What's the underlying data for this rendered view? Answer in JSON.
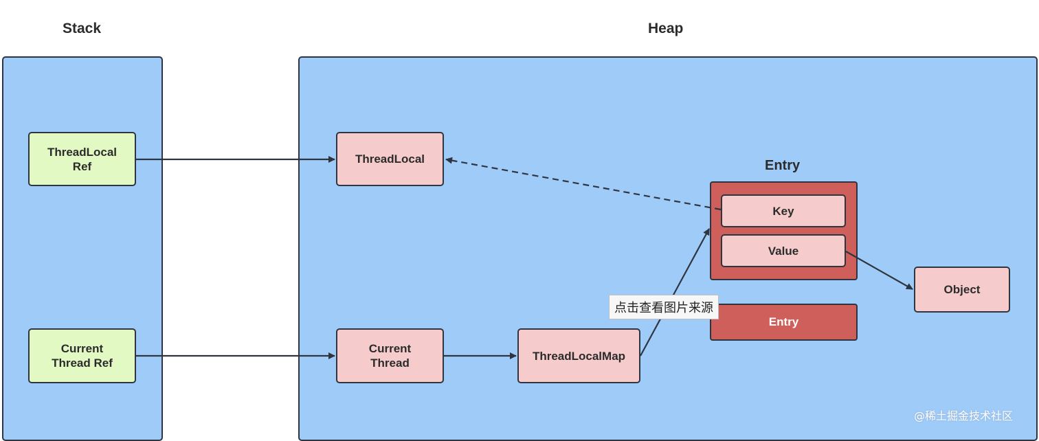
{
  "regions": {
    "stack": {
      "title": "Stack"
    },
    "heap": {
      "title": "Heap"
    }
  },
  "nodes": {
    "threadlocal_ref": "ThreadLocal\nRef",
    "current_thread_ref": "Current\nThread Ref",
    "threadlocal": "ThreadLocal",
    "current_thread": "Current\nThread",
    "threadlocalmap": "ThreadLocalMap",
    "object": "Object"
  },
  "entry": {
    "title": "Entry",
    "key": "Key",
    "value": "Value",
    "second_label": "Entry"
  },
  "overlay": {
    "tooltip": "点击查看图片来源",
    "watermark": "@稀土掘金技术社区"
  },
  "colors": {
    "region_fill": "#9fcbf8",
    "stack_node_fill": "#e3f9c3",
    "heap_node_fill": "#f6cbcb",
    "entry_fill": "#cf5f5a",
    "outline": "#2f3540"
  }
}
